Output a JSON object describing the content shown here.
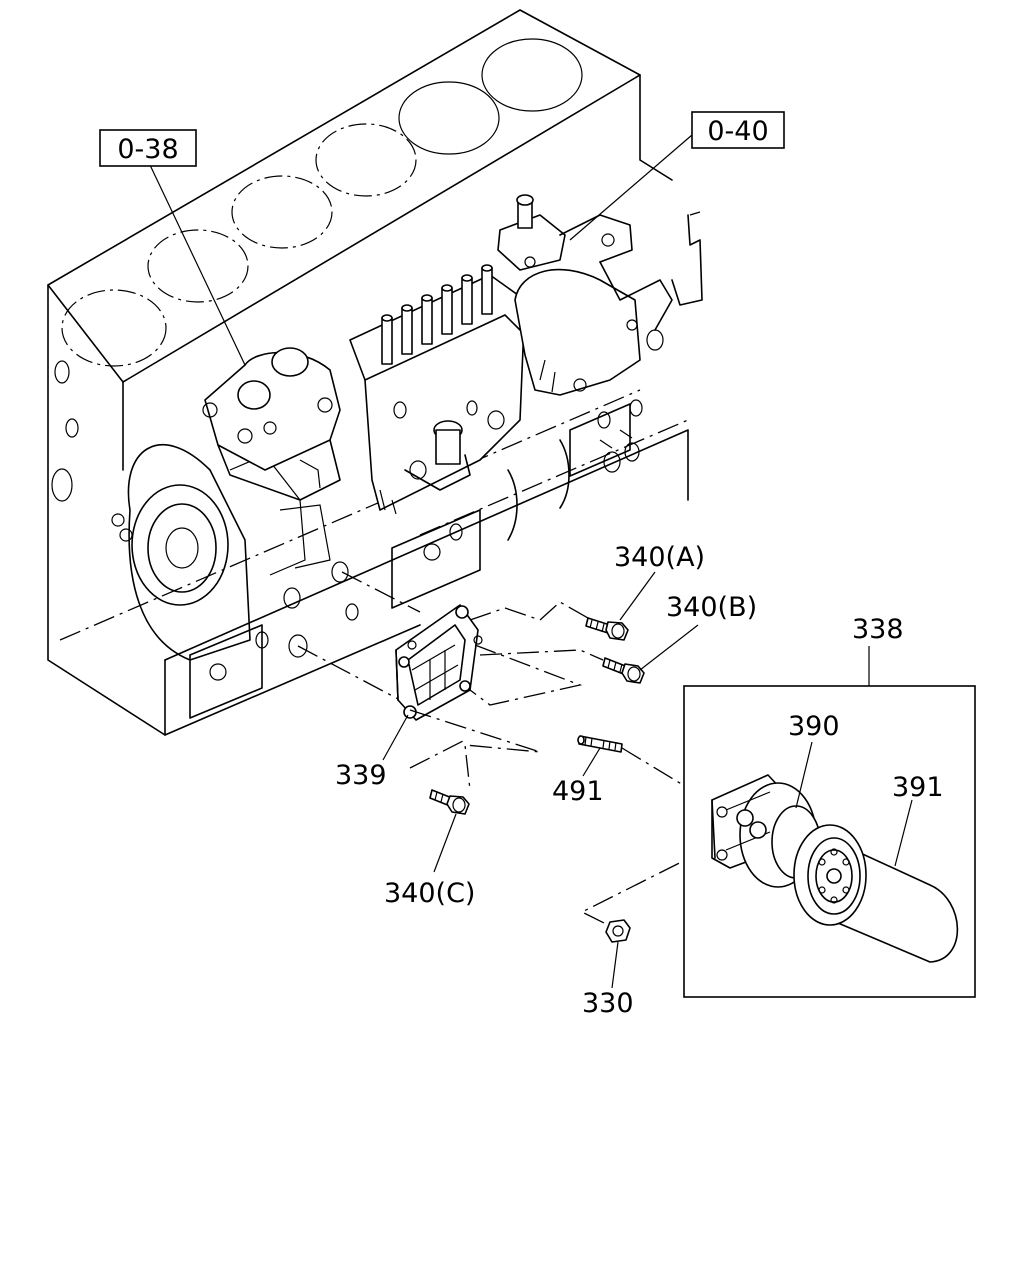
{
  "references": [
    "0-38",
    "0-40"
  ],
  "parts": {
    "p338": "338",
    "p339": "339",
    "p390": "390",
    "p391": "391",
    "p491": "491",
    "p330": "330",
    "p340a": "340(A)",
    "p340b": "340(B)",
    "p340c": "340(C)"
  }
}
